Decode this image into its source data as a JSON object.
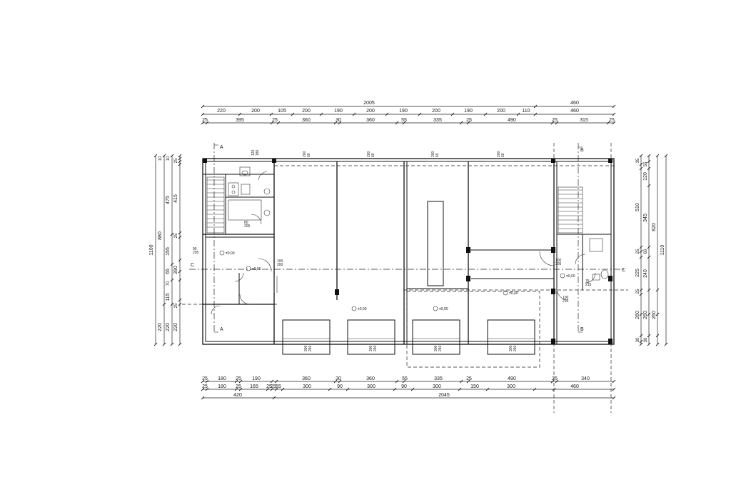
{
  "plan": {
    "top_dims": {
      "row1": [
        "2005",
        "460"
      ],
      "row2": [
        "220",
        "200",
        "105",
        "200",
        "190",
        "200",
        "190",
        "200",
        "190",
        "200",
        "110",
        "460"
      ],
      "row3": [
        "25",
        "395",
        "25",
        "360",
        "30",
        "360",
        "55",
        "335",
        "25",
        "490",
        "25",
        "315",
        "25"
      ]
    },
    "bottom_dims": {
      "row1": [
        "25",
        "180",
        "25",
        "190",
        "360",
        "30",
        "360",
        "55",
        "335",
        "25",
        "490",
        "25",
        "340"
      ],
      "row2": [
        "25",
        "180",
        "25",
        "165",
        "25",
        "25",
        "55",
        "300",
        "90",
        "300",
        "90",
        "300",
        "150",
        "300",
        "460"
      ],
      "row3": [
        "420",
        "2045"
      ]
    },
    "left_dims": {
      "outer": [
        "1100"
      ],
      "middle": [
        "880",
        "220"
      ],
      "inner": [
        "475",
        "155",
        "65",
        "115",
        "220"
      ],
      "innermost": [
        "10",
        "10",
        "25",
        "415",
        "25",
        "390",
        "70",
        "25",
        "220"
      ]
    },
    "right_dims": {
      "outer": [
        "1110"
      ],
      "middle": [
        "820"
      ],
      "inner": [
        "510",
        "345",
        "60",
        "225",
        "240",
        "25",
        "260",
        "260",
        "30"
      ],
      "innermost": [
        "35",
        "55",
        "120",
        "25",
        "240",
        "25",
        "260",
        "260",
        "30"
      ]
    },
    "section_marks": [
      "A",
      "A",
      "B",
      "B",
      "C",
      "C"
    ],
    "levels": [
      "±0,00",
      "±0,00",
      "±0,00",
      "±0,00",
      "±0,00",
      "±0,00"
    ],
    "door_tags": [
      "100",
      "200",
      "80",
      "205",
      "90",
      "205",
      "100",
      "205",
      "75",
      "210",
      "100",
      "210"
    ],
    "window_tags": [
      "120",
      "180",
      "200",
      "60",
      "200",
      "60",
      "200",
      "60",
      "200",
      "60"
    ],
    "shopfront_tags": [
      "300",
      "260",
      "300",
      "260",
      "300",
      "260",
      "300",
      "260"
    ]
  }
}
